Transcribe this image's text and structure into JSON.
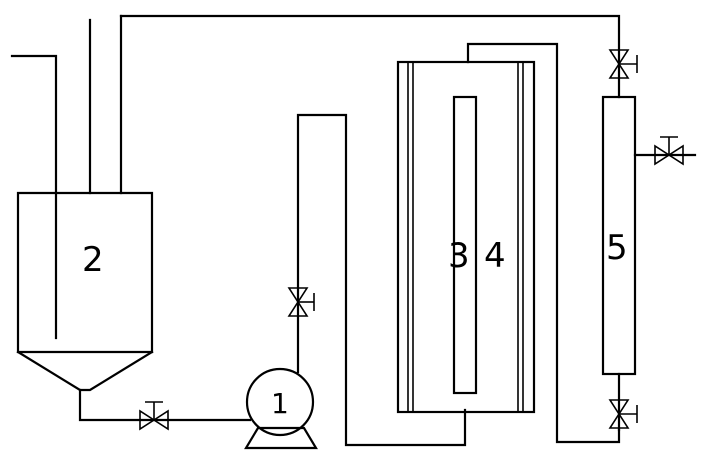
{
  "labels": {
    "pump": "1",
    "tank": "2",
    "inner_tube": "3",
    "outer_tube": "4",
    "column": "5"
  },
  "colors": {
    "stroke": "#000000",
    "background": "#ffffff"
  }
}
